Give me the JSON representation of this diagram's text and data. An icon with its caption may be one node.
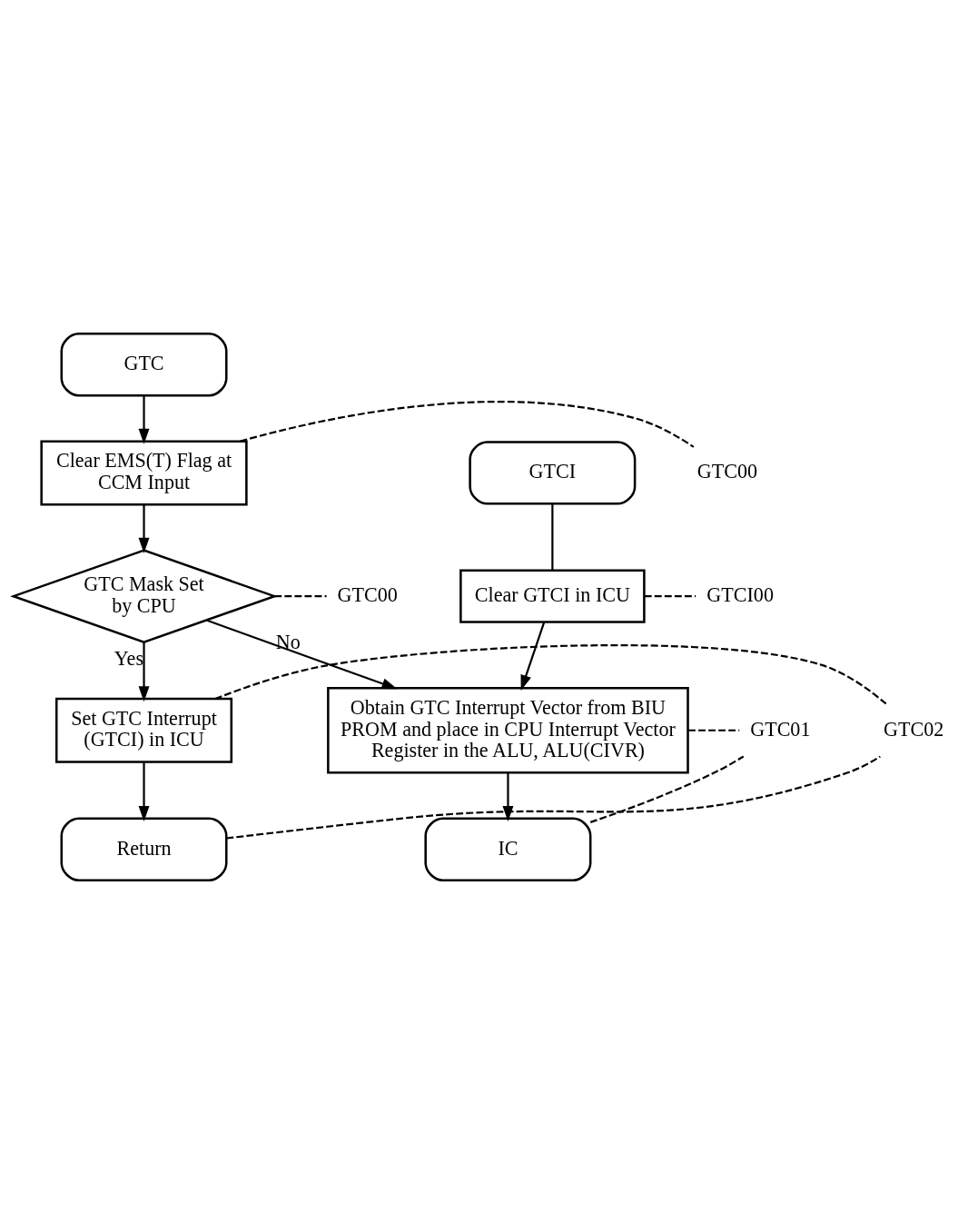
{
  "diagram": {
    "nodes": [
      {
        "text": [
          "GTC"
        ]
      },
      {
        "text": [
          "Clear EMS(T) Flag at CCM Input"
        ]
      },
      {
        "text": [
          "GTC Mask Set by CPU"
        ]
      },
      {
        "text": [
          "GTCI"
        ]
      },
      {
        "text": [
          "Clear GTCI in ICU"
        ]
      },
      {
        "text": [
          "Obtain GTC Interrupt Vector from BIU PROM and place in CPU Interrupt Vector Register in the ALU, ALU(CIVR)"
        ]
      },
      {
        "text": [
          "IC"
        ]
      },
      {
        "text": [
          "Set GTC Interrupt (GTCI) in ICU"
        ]
      },
      {
        "text": [
          "Return"
        ]
      },
      {
        "text": [
          "GTC00"
        ]
      },
      {
        "text": [
          "GTC00"
        ]
      },
      {
        "text": [
          "GTCI00"
        ]
      },
      {
        "text": [
          "GTC01"
        ]
      },
      {
        "text": [
          "GTC02"
        ]
      }
    ],
    "edges": [
      {
        "from": 0,
        "to": 1,
        "arrow": "to"
      },
      {
        "from": 1,
        "to": 2,
        "arrow": "to"
      },
      {
        "from": 2,
        "to": 7,
        "arrow": "to",
        "label": "Yes"
      },
      {
        "from": 2,
        "to": 5,
        "arrow": "to",
        "label": "No"
      },
      {
        "from": 3,
        "to": 4,
        "arrow": "none"
      },
      {
        "from": 4,
        "to": 5,
        "arrow": "to"
      },
      {
        "from": 5,
        "to": 6,
        "arrow": "to"
      },
      {
        "from": 7,
        "to": 8,
        "arrow": "to"
      },
      {
        "from": 1,
        "to": 9,
        "arrow": "none",
        "style": "dashed"
      },
      {
        "from": 2,
        "to": 10,
        "arrow": "none",
        "style": "dashed"
      },
      {
        "from": 4,
        "to": 11,
        "arrow": "none",
        "style": "dashed"
      },
      {
        "from": 5,
        "to": 12,
        "arrow": "none",
        "style": "dashed"
      },
      {
        "from": 6,
        "to": 12,
        "arrow": "none",
        "style": "dashed"
      },
      {
        "from": 7,
        "to": 13,
        "arrow": "none",
        "style": "dashed"
      },
      {
        "from": 8,
        "to": 13,
        "arrow": "none",
        "style": "dashed"
      }
    ]
  }
}
